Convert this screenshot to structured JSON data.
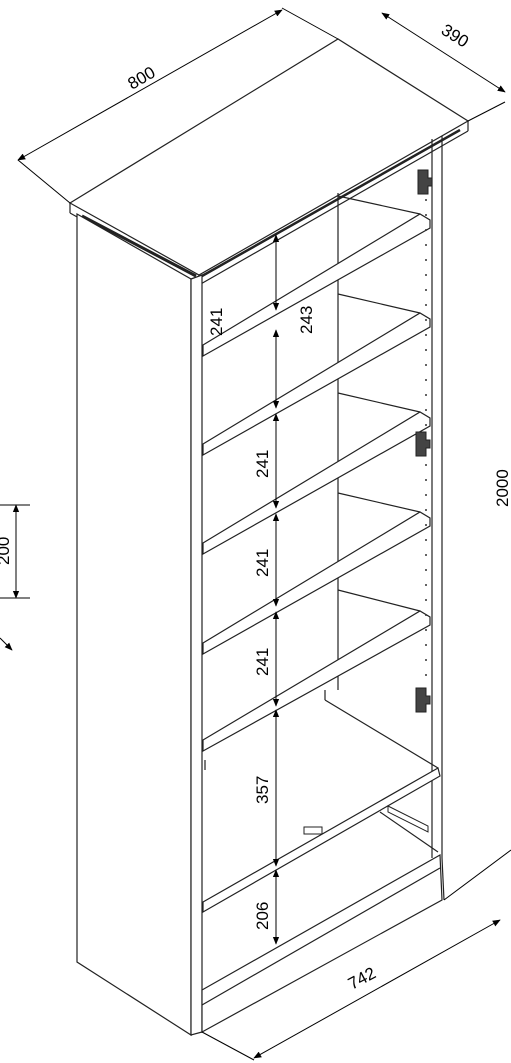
{
  "drawing": {
    "dimensions": {
      "width": "800",
      "depth": "390",
      "height": "2000",
      "inner_width": "742",
      "left_partial": "200",
      "shelf_1": "241",
      "shelf_1b": "243",
      "shelf_2": "241",
      "shelf_3": "241",
      "shelf_4": "241",
      "shelf_5": "357",
      "shelf_6": "206"
    }
  }
}
